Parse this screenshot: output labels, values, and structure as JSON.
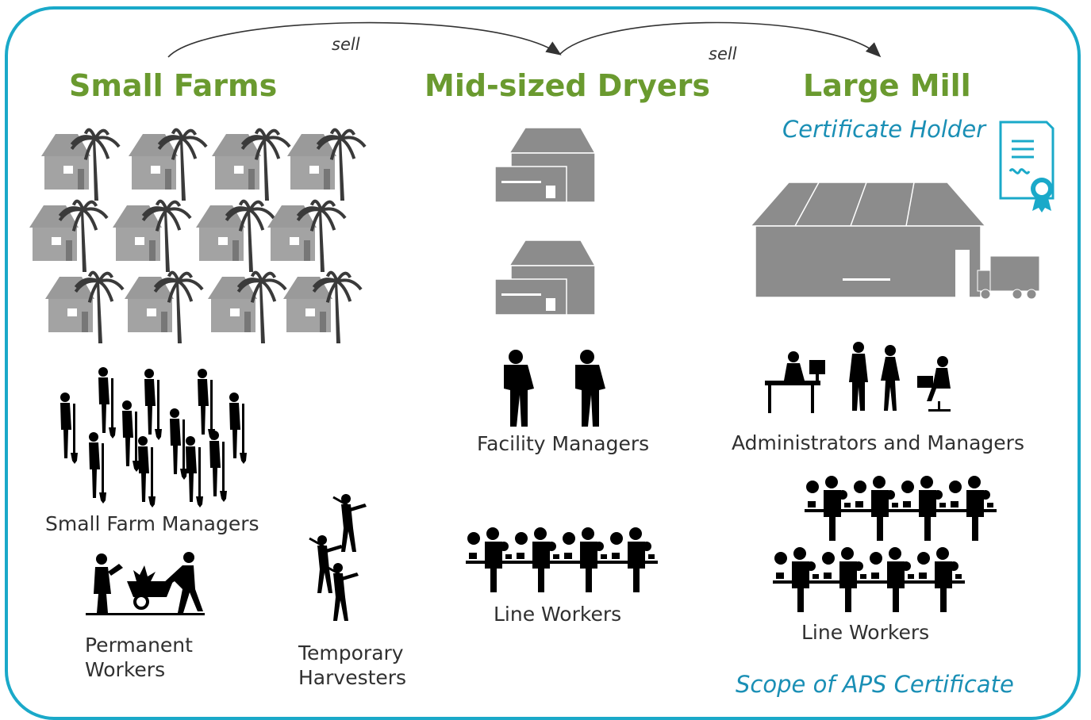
{
  "arrows": {
    "sell_1": "sell",
    "sell_2": "sell"
  },
  "columns": {
    "small_farms": {
      "title": "Small Farms",
      "small_farm_managers": "Small Farm Managers",
      "permanent_workers_line1": "Permanent",
      "permanent_workers_line2": "Workers",
      "temporary_harvesters_line1": "Temporary",
      "temporary_harvesters_line2": "Harvesters"
    },
    "mid_sized_dryers": {
      "title": "Mid-sized Dryers",
      "facility_managers": "Facility Managers",
      "line_workers": "Line Workers"
    },
    "large_mill": {
      "title": "Large Mill",
      "certificate_holder": "Certificate Holder",
      "administrators_and_managers": "Administrators and Managers",
      "line_workers": "Line Workers",
      "scope": "Scope of APS Certificate"
    }
  },
  "colors": {
    "frame": "#1aa9c9",
    "heading": "#6a9a2f",
    "accent_text": "#1a8fb5",
    "building": "#8c8c8c",
    "silhouette": "#000000"
  },
  "icons": [
    "house-palm-icon",
    "farmer-shovel-icon",
    "wheelbarrow-workers-icon",
    "harvester-icon",
    "dryer-building-icon",
    "manager-silhouette-icon",
    "line-workers-icon",
    "mill-building-icon",
    "truck-icon",
    "certificate-icon",
    "office-staff-icon"
  ]
}
